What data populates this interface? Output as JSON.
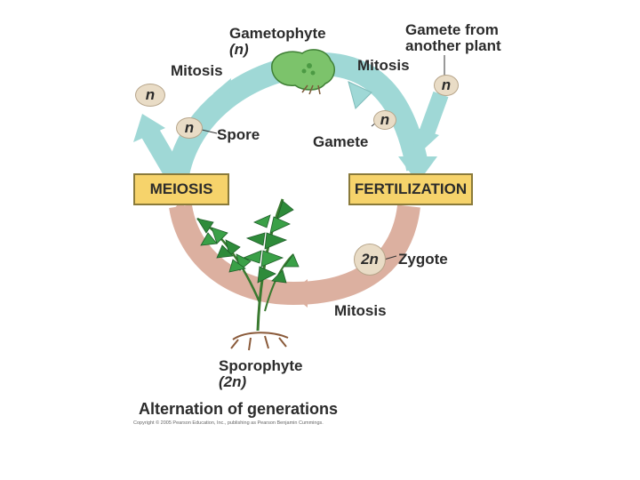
{
  "labels": {
    "gametophyte": "Gametophyte",
    "gametophyte_ploidy": "(n)",
    "gamete_from_1": "Gamete from",
    "gamete_from_2": "another plant",
    "mitosis_top_left": "Mitosis",
    "mitosis_top_right": "Mitosis",
    "mitosis_bottom": "Mitosis",
    "spore": "Spore",
    "gamete": "Gamete",
    "zygote": "Zygote",
    "sporophyte": "Sporophyte",
    "sporophyte_ploidy": "(2n)"
  },
  "boxes": {
    "meiosis": "MEIOSIS",
    "fertilization": "FERTILIZATION"
  },
  "ploidy_circles": {
    "spore_outer": "n",
    "spore_inner": "n",
    "gamete": "n",
    "other_gamete": "n",
    "zygote": "2n"
  },
  "caption": "Alternation of generations",
  "copyright": "Copyright © 2005 Pearson Education, Inc., publishing as Pearson Benjamin Cummings.",
  "colors": {
    "haploid_arrow": "#9fd8d6",
    "diploid_arrow": "#dcb0a0",
    "box_fill": "#f6d36b",
    "circle_fill": "#e9dcc6",
    "gametophyte_green": "#7cc36b",
    "fern_green": "#2e8b3a"
  }
}
